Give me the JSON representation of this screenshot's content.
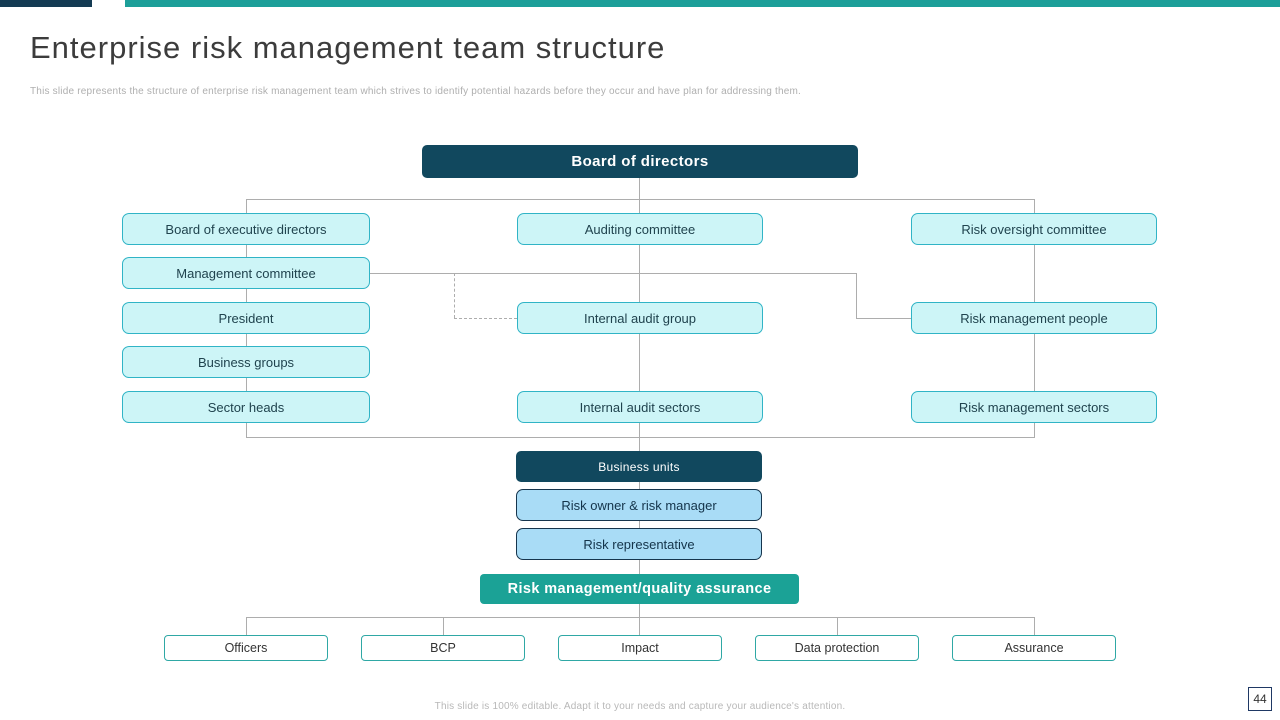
{
  "slide": {
    "title": "Enterprise risk management team structure",
    "subtitle": "This slide represents the structure of enterprise risk management team which strives to identify potential hazards before they occur and have plan for addressing them.",
    "footer": "This slide is 100% editable. Adapt it to your needs and capture your audience's attention.",
    "page_number": "44"
  },
  "colors": {
    "accent_navy": "#143B53",
    "accent_teal": "#1D9F99",
    "node_dark": "#11485E",
    "node_cyan_fill": "#CDF5F7",
    "node_cyan_border": "#30B4C6",
    "node_blue_fill": "#A9DCF6",
    "node_blue_border": "#16354D",
    "node_teal": "#1BA296",
    "node_white_border": "#2FA8A5",
    "connector": "#ADADAD"
  },
  "org": {
    "board_of_directors": "Board of directors",
    "board_exec_directors": "Board of executive directors",
    "auditing_committee": "Auditing committee",
    "risk_oversight_committee": "Risk oversight committee",
    "management_committee": "Management committee",
    "president": "President",
    "internal_audit_group": "Internal audit group",
    "risk_management_people": "Risk management people",
    "business_groups": "Business groups",
    "sector_heads": "Sector heads",
    "internal_audit_sectors": "Internal audit sectors",
    "risk_management_sectors": "Risk management sectors",
    "business_units": "Business units",
    "risk_owner_manager": "Risk owner & risk manager",
    "risk_representative": "Risk representative",
    "risk_mgmt_quality_assurance": "Risk management/quality assurance",
    "officers": "Officers",
    "bcp": "BCP",
    "impact": "Impact",
    "data_protection": "Data protection",
    "assurance": "Assurance"
  }
}
